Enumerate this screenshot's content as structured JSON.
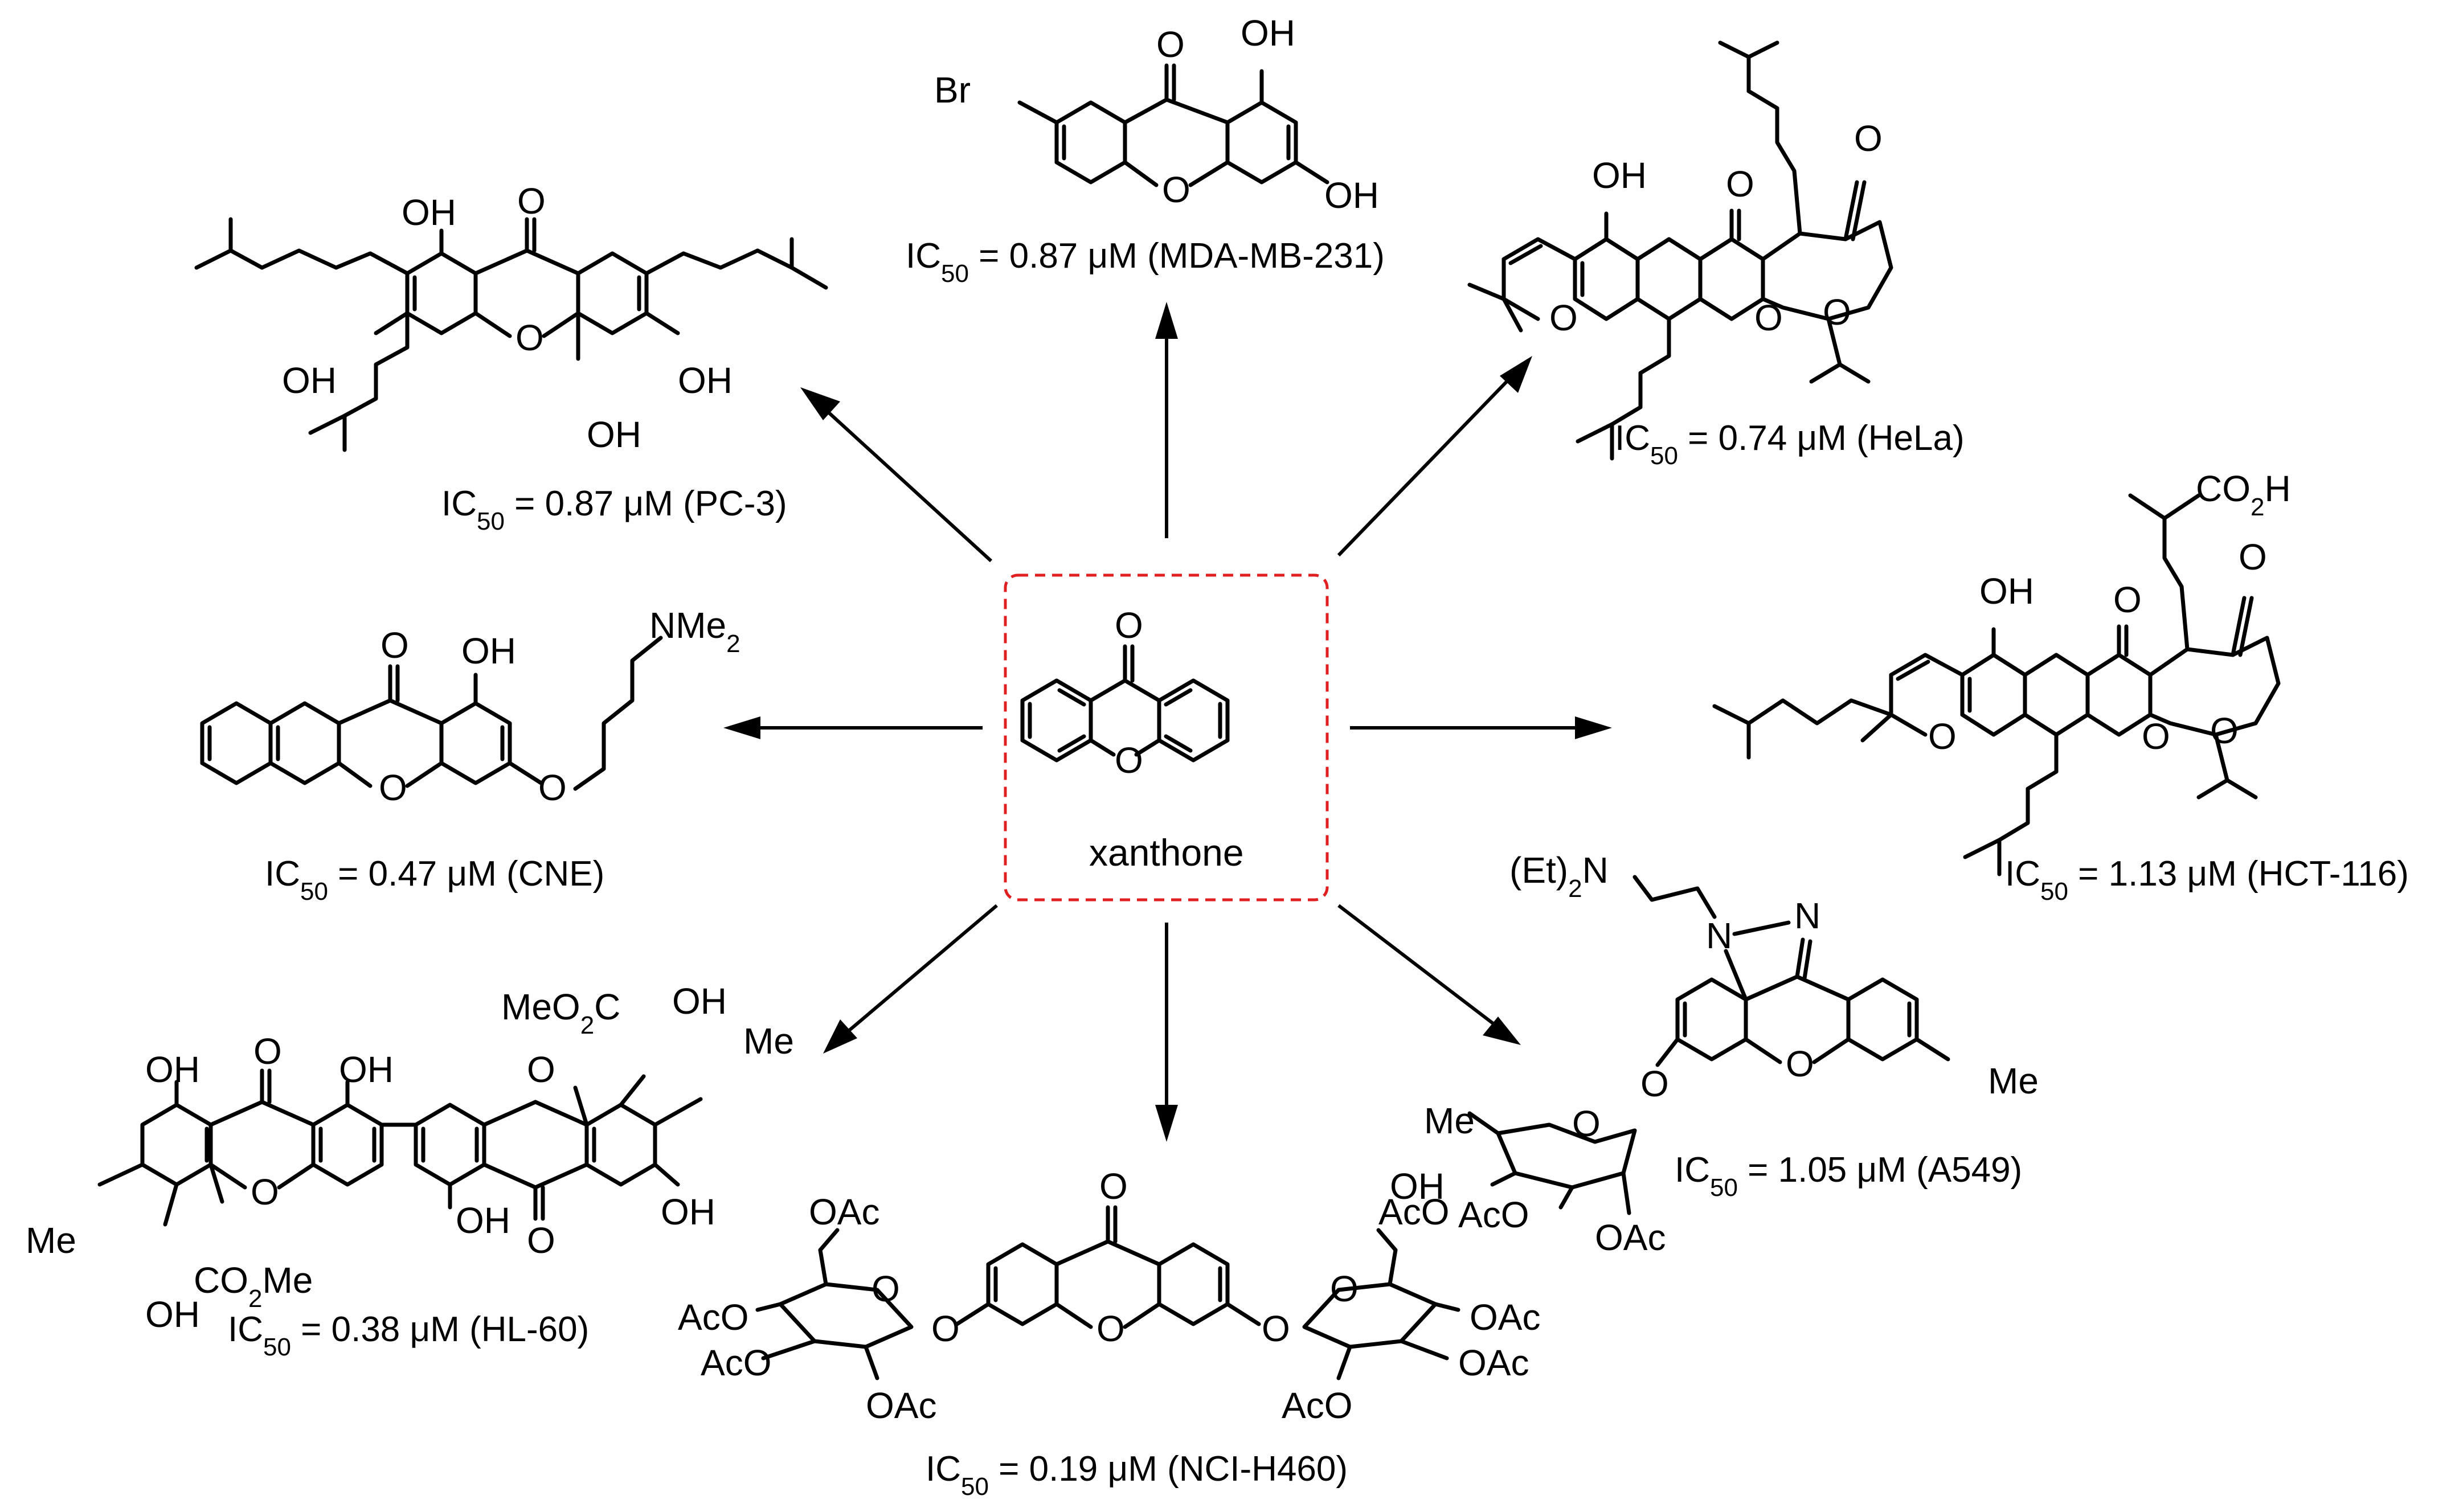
{
  "center": {
    "label": "xanthone",
    "box_color": "#e02020"
  },
  "compounds": [
    {
      "id": "pc3",
      "ic50_prefix": "IC",
      "ic50_sub": "50",
      "ic50_text": " = 0.87 μM (PC-3)"
    },
    {
      "id": "mda",
      "ic50_prefix": "IC",
      "ic50_sub": "50",
      "ic50_text": " = 0.87 μM (MDA-MB-231)"
    },
    {
      "id": "hela",
      "ic50_prefix": "IC",
      "ic50_sub": "50",
      "ic50_text": " = 0.74 μM (HeLa)"
    },
    {
      "id": "cne",
      "ic50_prefix": "IC",
      "ic50_sub": "50",
      "ic50_text": " = 0.47 μM (CNE)"
    },
    {
      "id": "hct",
      "ic50_prefix": "IC",
      "ic50_sub": "50",
      "ic50_text": " = 1.13 μM (HCT-116)"
    },
    {
      "id": "hl60",
      "ic50_prefix": "IC",
      "ic50_sub": "50",
      "ic50_text": " = 0.38 μM (HL-60)"
    },
    {
      "id": "nci",
      "ic50_prefix": "IC",
      "ic50_sub": "50",
      "ic50_text": " = 0.19 μM (NCI-H460)"
    },
    {
      "id": "a549",
      "ic50_prefix": "IC",
      "ic50_sub": "50",
      "ic50_text": " = 1.05 μM (A549)"
    }
  ],
  "atoms": {
    "o": "O",
    "oh": "OH",
    "br": "Br",
    "nme2": "NMe",
    "nme2_sub": "2",
    "co2h": "CO",
    "co2h_sub": "2",
    "co2h_tail": "H",
    "meo2c": "MeO",
    "meo2c_sub": "2",
    "meo2c_tail": "C",
    "co2me": "CO",
    "co2me_sub": "2",
    "co2me_tail": "Me",
    "me": "Me",
    "oac": "OAc",
    "aco": "AcO",
    "n": "N",
    "et2n": "(Et)",
    "et2n_sub": "2",
    "et2n_tail": "N"
  }
}
